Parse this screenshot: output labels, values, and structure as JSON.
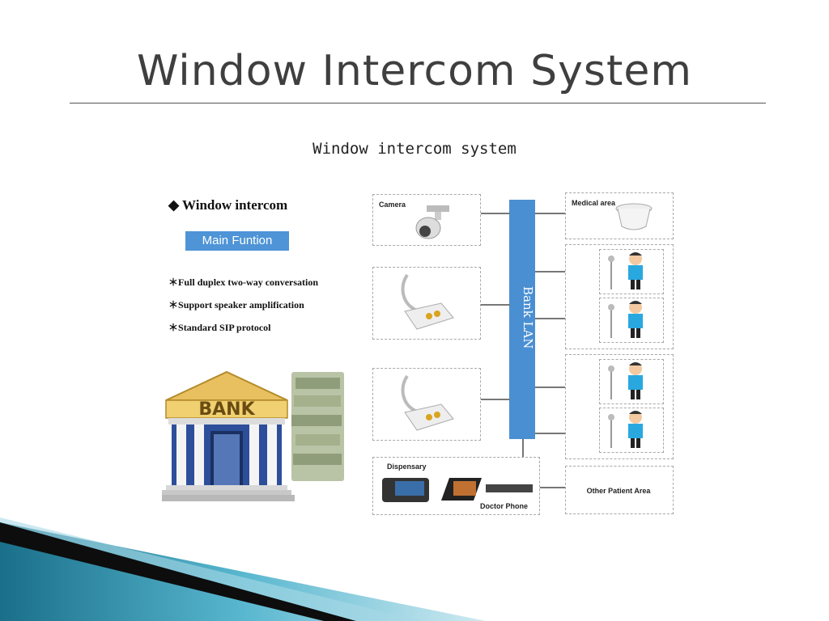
{
  "slide": {
    "title": "Window Intercom System"
  },
  "figure": {
    "title": "Window intercom system",
    "heading": "Window intercom",
    "main_function": "Main Funtion",
    "features": [
      "Full duplex two-way conversation",
      "Support speaker amplification",
      "Standard SIP protocol"
    ],
    "bank_sign": "BANK",
    "lan_label": "Bank LAN",
    "labels": {
      "camera": "Camera",
      "medical_area": "Medical area",
      "dispensary": "Dispensary",
      "doctor_phone": "Doctor Phone",
      "other_patient_area": "Other Patient Area"
    }
  },
  "colors": {
    "lan_bar": "#4a8fd2",
    "button": "#4e94d6",
    "title": "#3f3f3f"
  }
}
